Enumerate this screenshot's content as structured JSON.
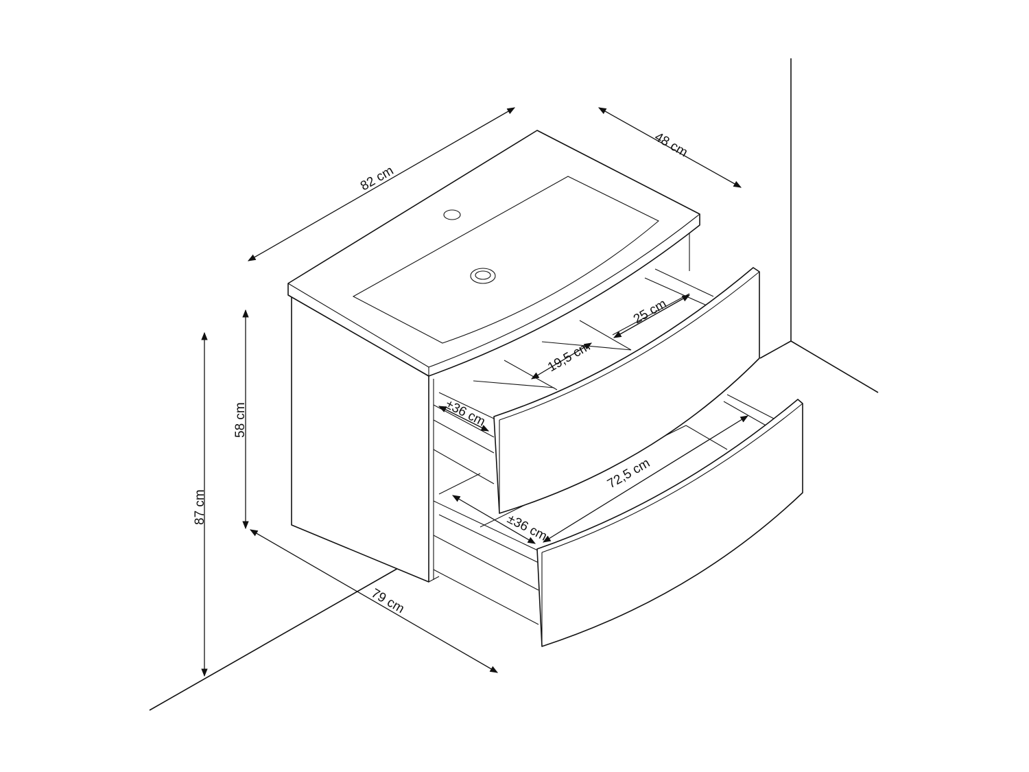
{
  "dimensions": {
    "width_top": "82 cm",
    "depth_top": "48 cm",
    "cabinet_height": "58 cm",
    "total_height": "87 cm",
    "cabinet_width": "79 cm",
    "drawer_inner_depth": "25 cm",
    "drawer_inner_compartment": "19,5 cm",
    "upper_drawer_depth": "±36 cm",
    "lower_drawer_depth": "±36 cm",
    "drawer_inner_width": "72,5 cm"
  },
  "colors": {
    "line": "#111111",
    "background": "#ffffff"
  }
}
